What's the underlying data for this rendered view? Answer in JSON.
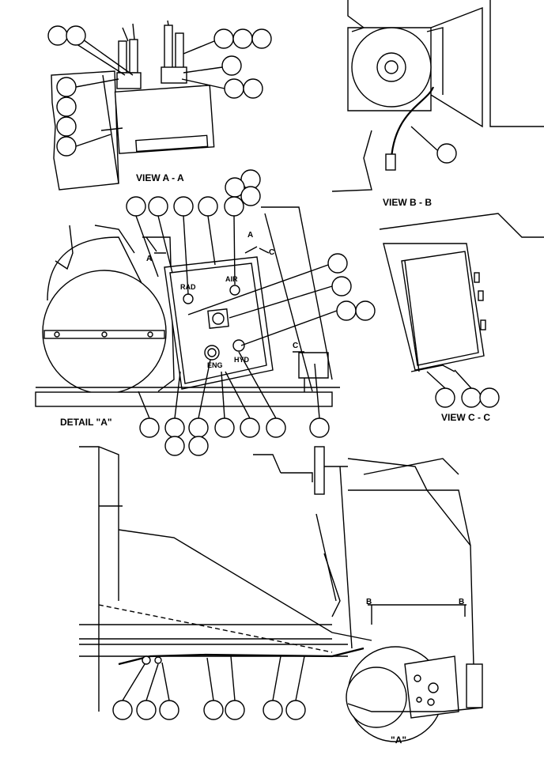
{
  "labels": {
    "view_a": "VIEW A - A",
    "view_b": "VIEW B - B",
    "view_c": "VIEW C - C",
    "detail_a": "DETAIL \"A\"",
    "detail_a_mark": "\"A\"",
    "gauge_rad": "RAD",
    "gauge_air": "AIR",
    "gauge_eng": "ENG",
    "gauge_hyd": "HYD",
    "section_a": "A",
    "section_b": "B",
    "section_c": "C"
  }
}
